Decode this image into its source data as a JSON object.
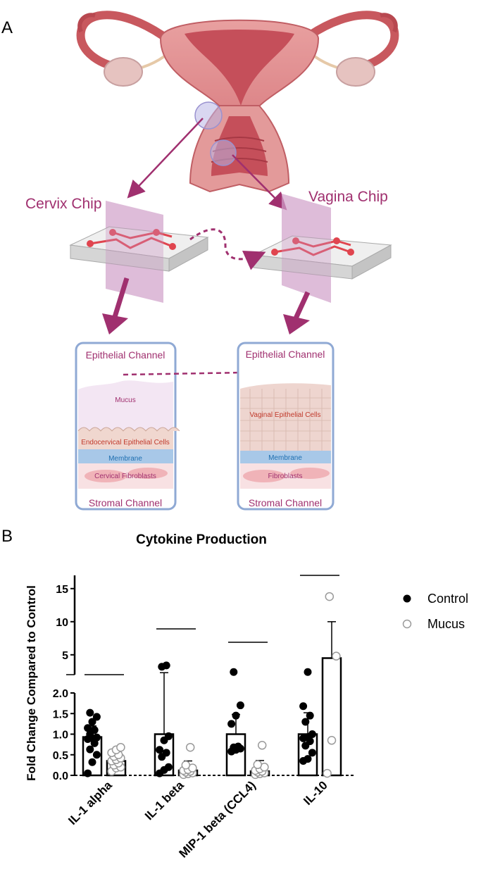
{
  "panel_a": {
    "letter": "A",
    "cervix_chip_label": "Cervix Chip",
    "vagina_chip_label": "Vagina Chip",
    "cervix_detail": {
      "top_channel": "Epithelial Channel",
      "mucus": "Mucus",
      "cells": "Endocervical Epithelial Cells",
      "membrane": "Membrane",
      "fibroblasts": "Cervical Fibroblasts",
      "bottom_channel": "Stromal Channel"
    },
    "vagina_detail": {
      "top_channel": "Epithelial Channel",
      "cells": "Vaginal Epithelial Cells",
      "membrane": "Membrane",
      "fibroblasts": "Fibroblasts",
      "bottom_channel": "Stromal Channel"
    },
    "colors": {
      "magenta": "#a0306f",
      "frame_blue": "#8fa9d4",
      "membrane_blue": "#1f6fb0",
      "cell_red": "#c0392b"
    }
  },
  "panel_b": {
    "letter": "B"
  },
  "chart_data": {
    "type": "bar",
    "title": "Cytokine Production",
    "ylabel": "Fold Change Compared to Control",
    "xlabel": "",
    "categories": [
      "IL-1 alpha",
      "IL-1 beta",
      "MIP-1 beta (CCL4)",
      "IL-10"
    ],
    "y_axis_segments": {
      "lower": {
        "range": [
          0,
          2.0
        ],
        "ticks": [
          "0.0",
          "0.5",
          "1.0",
          "1.5",
          "2.0"
        ]
      },
      "upper": {
        "range": [
          2.0,
          17
        ],
        "ticks": [
          "5",
          "10",
          "15"
        ]
      }
    },
    "series": [
      {
        "name": "Control",
        "marker": "filled-circle",
        "color": "#000000",
        "means": [
          0.93,
          1.0,
          1.0,
          1.0
        ],
        "error_upper": [
          1.2,
          2.3,
          1.48,
          1.52
        ],
        "error_lower": [
          0.62,
          0.0,
          0.0,
          0.5
        ],
        "points": [
          [
            0.05,
            0.32,
            0.5,
            0.63,
            0.78,
            0.88,
            0.9,
            0.92,
            1.0,
            1.1,
            1.15,
            1.3,
            1.42,
            1.52
          ],
          [
            0.05,
            0.13,
            0.2,
            0.45,
            0.55,
            0.62,
            0.85,
            0.95,
            3.2,
            3.4
          ],
          [
            0.58,
            0.62,
            0.65,
            0.68,
            0.7,
            1.25,
            1.45,
            1.7,
            2.4
          ],
          [
            0.35,
            0.4,
            0.55,
            0.72,
            0.83,
            0.9,
            0.93,
            1.0,
            1.3,
            1.45,
            1.68,
            2.4
          ]
        ]
      },
      {
        "name": "Mucus",
        "marker": "open-circle",
        "color": "#9a9a9a",
        "means": [
          0.35,
          0.12,
          0.1,
          4.5
        ],
        "error_upper": [
          0.52,
          0.35,
          0.36,
          10.0
        ],
        "error_lower": [
          0.2,
          0.0,
          0.0,
          0.0
        ],
        "points": [
          [
            0.1,
            0.18,
            0.2,
            0.25,
            0.3,
            0.35,
            0.38,
            0.42,
            0.46,
            0.5,
            0.55,
            0.62,
            0.68
          ],
          [
            0.02,
            0.04,
            0.06,
            0.08,
            0.1,
            0.12,
            0.14,
            0.18,
            0.25,
            0.68
          ],
          [
            0.02,
            0.04,
            0.06,
            0.08,
            0.1,
            0.12,
            0.16,
            0.2,
            0.26,
            0.73
          ],
          [
            0.05,
            0.85,
            4.8,
            13.8
          ]
        ]
      }
    ],
    "legend": {
      "placement": "top-right",
      "entries": [
        "Control",
        "Mucus"
      ]
    },
    "significance_lines": 4,
    "grid": false
  }
}
